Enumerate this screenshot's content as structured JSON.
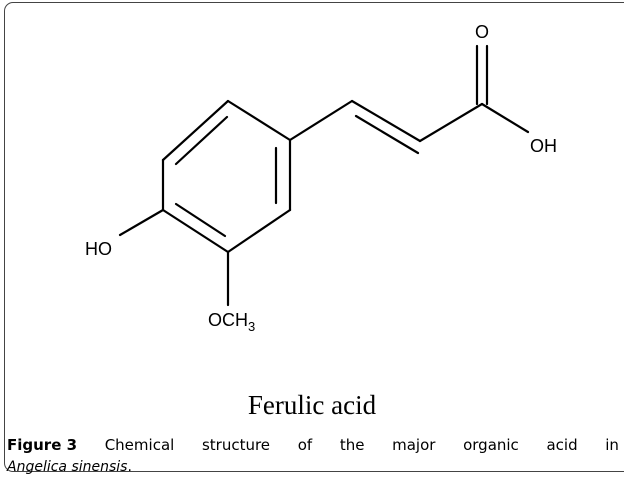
{
  "structure": {
    "atoms": {
      "carbonyl_o": "O",
      "hydroxyl_acid": "OH",
      "phenol_oh": "HO",
      "methoxy_o": "OCH",
      "methoxy_sub": "3"
    }
  },
  "compound_name": "Ferulic acid",
  "caption": {
    "label": "Figure 3",
    "words": [
      "Chemical",
      "structure",
      "of",
      "the",
      "major",
      "organic",
      "acid",
      "in"
    ],
    "species": "Angelica sinensis",
    "end": "."
  }
}
